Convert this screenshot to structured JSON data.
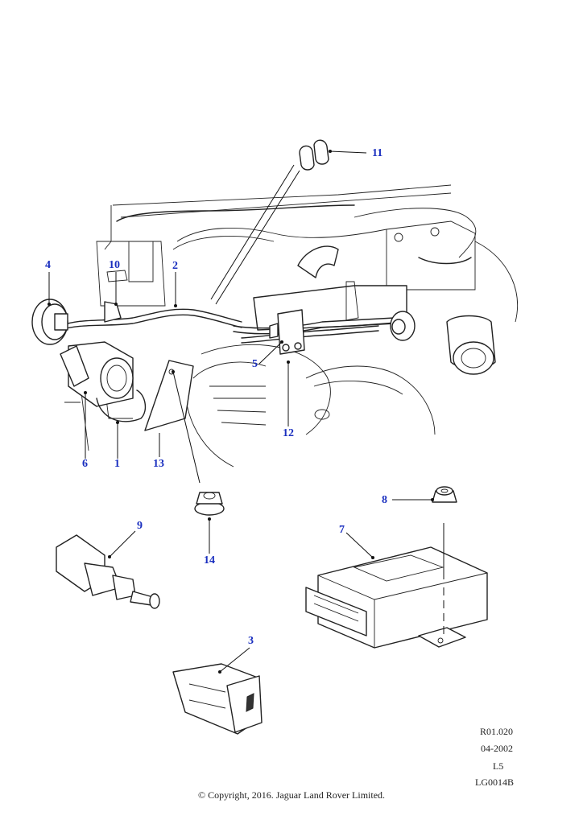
{
  "diagram": {
    "callouts": [
      {
        "id": "1",
        "label": "1"
      },
      {
        "id": "2",
        "label": "2"
      },
      {
        "id": "3",
        "label": "3"
      },
      {
        "id": "4",
        "label": "4"
      },
      {
        "id": "5",
        "label": "5"
      },
      {
        "id": "6",
        "label": "6"
      },
      {
        "id": "7",
        "label": "7"
      },
      {
        "id": "8",
        "label": "8"
      },
      {
        "id": "9",
        "label": "9"
      },
      {
        "id": "10",
        "label": "10"
      },
      {
        "id": "11",
        "label": "11"
      },
      {
        "id": "12",
        "label": "12"
      },
      {
        "id": "13",
        "label": "13"
      },
      {
        "id": "14",
        "label": "14"
      }
    ],
    "callout_color": "#1a2fbf",
    "line_color": "#222222"
  },
  "footer": {
    "ref_code": "R01.020",
    "date": "04-2002",
    "level": "L5",
    "drawing_id": "LG0014B",
    "copyright": "© Copyright, 2016. Jaguar Land Rover Limited."
  }
}
